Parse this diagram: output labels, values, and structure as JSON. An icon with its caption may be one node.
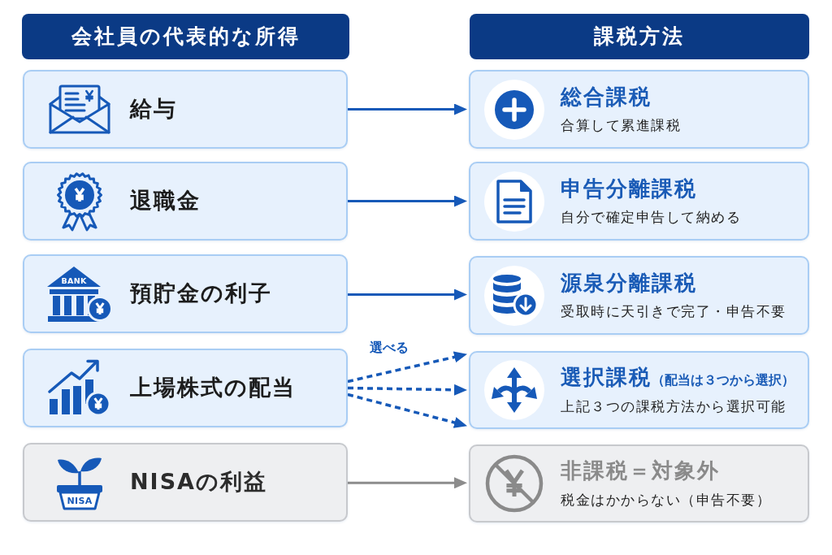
{
  "diagram": {
    "nodes": [
      {
        "text": [
          "会社員の代表的な所得"
        ]
      },
      {
        "text": [
          "課税方法"
        ]
      },
      {
        "text": [
          "給与"
        ]
      },
      {
        "text": [
          "総合課税",
          "合算して累進課税"
        ]
      },
      {
        "text": [
          "退職金"
        ]
      },
      {
        "text": [
          "申告分離課税",
          "自分で確定申告して納める"
        ]
      },
      {
        "text": [
          "預貯金の利子"
        ]
      },
      {
        "text": [
          "源泉分離課税",
          "受取時に天引きで完了・申告不要"
        ]
      },
      {
        "text": [
          "上場株式の配当"
        ]
      },
      {
        "text": [
          "選択課税",
          "（配当は３つから選択）",
          "上記３つの課税方法から選択可能"
        ]
      },
      {
        "text": [
          "NISAの利益"
        ]
      },
      {
        "text": [
          "非課税＝対象外",
          "税金はかからない（申告不要）"
        ]
      }
    ],
    "edges": [
      {
        "from": 2,
        "to": 3,
        "arrow": "to"
      },
      {
        "from": 4,
        "to": 5,
        "arrow": "to"
      },
      {
        "from": 6,
        "to": 7,
        "arrow": "to"
      },
      {
        "from": 8,
        "to": 9,
        "arrow": "to",
        "style": "dashed",
        "label": "選べる"
      },
      {
        "from": 8,
        "to": 9,
        "arrow": "to",
        "style": "dashed"
      },
      {
        "from": 8,
        "to": 9,
        "arrow": "to",
        "style": "dashed"
      },
      {
        "from": 10,
        "to": 11,
        "arrow": "to",
        "color": "#8c8c8c"
      }
    ],
    "labels": [
      "BANK",
      "NISA"
    ]
  }
}
